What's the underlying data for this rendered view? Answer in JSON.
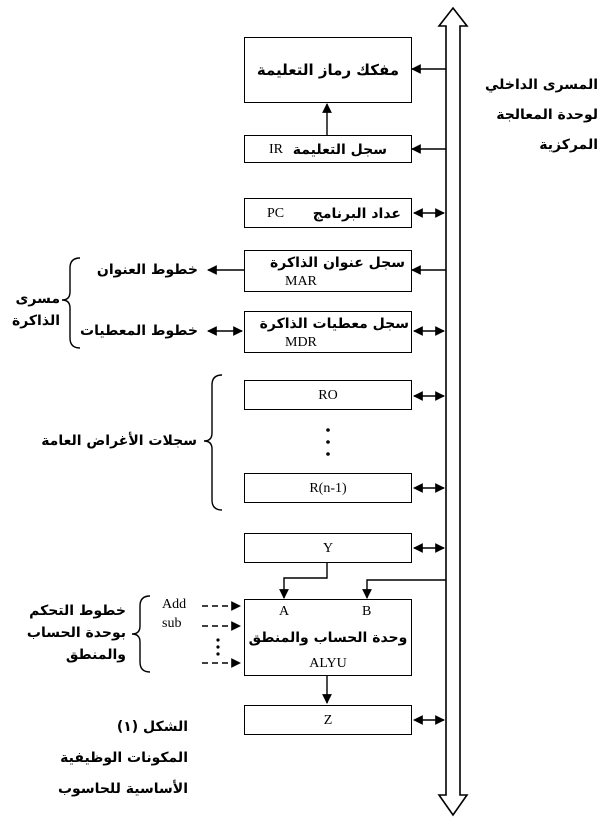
{
  "bus": {
    "label_lines": [
      "المسرى الداخلي",
      "لوحدة المعالجة",
      "المركزية"
    ]
  },
  "blocks": {
    "decoder": {
      "label": "مفكك رماز التعليمة"
    },
    "ir": {
      "label": "سجل التعليمة",
      "code": "IR"
    },
    "pc": {
      "label": "عداد البرنامج",
      "code": "PC"
    },
    "mar": {
      "label": "سجل عنوان الذاكرة",
      "code": "MAR"
    },
    "mdr": {
      "label": "سجل معطيات الذاكرة",
      "code": "MDR"
    },
    "r0": {
      "label": "RO"
    },
    "rn": {
      "label": "R(n-1)"
    },
    "y": {
      "label": "Y"
    },
    "alu": {
      "label": "وحدة الحساب والمنطق",
      "code": "ALYU",
      "input_a": "A",
      "input_b": "B"
    },
    "z": {
      "label": "Z"
    }
  },
  "labels": {
    "address_lines": "خطوط العنوان",
    "data_lines": "خطوط المعطيات",
    "memory_bus": [
      "مسرى",
      "الذاكرة"
    ],
    "general_registers": "سجلات الأغراض العامة",
    "control_lines": [
      "خطوط التحكم",
      "بوحدة الحساب",
      "والمنطق"
    ],
    "add": "Add",
    "sub": "sub"
  },
  "caption": {
    "lines": [
      "الشكل (١)",
      "المكونات الوظيفية",
      "الأساسية للحاسوب"
    ]
  }
}
